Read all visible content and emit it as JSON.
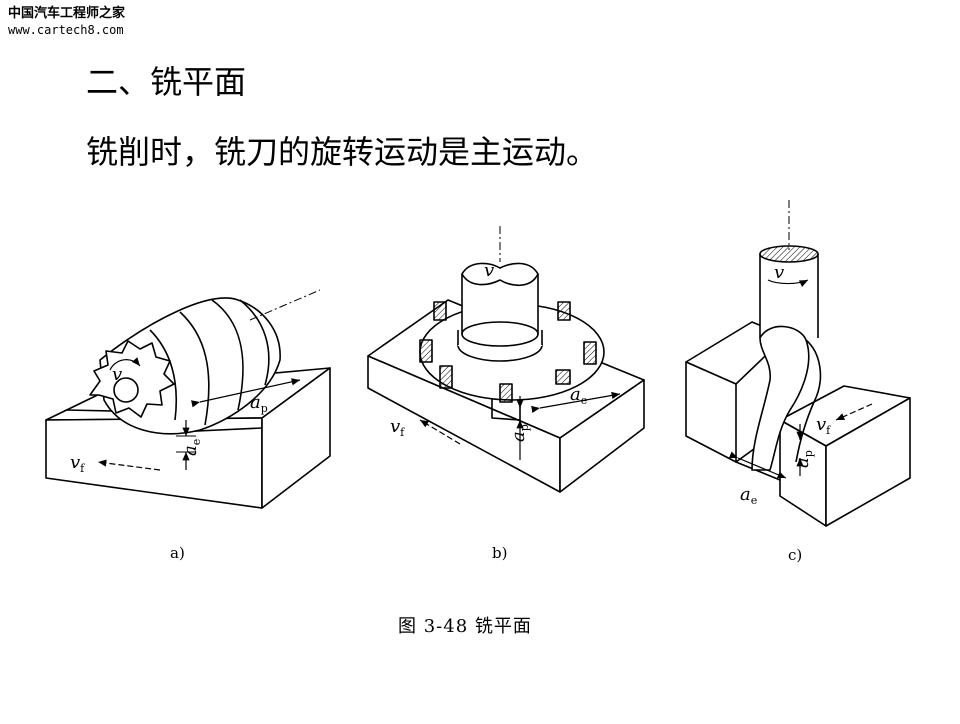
{
  "watermark": {
    "title": "中国汽车工程师之家",
    "url": "www.cartech8.com"
  },
  "slide": {
    "heading": "二、铣平面",
    "body": "铣削时，铣刀的旋转运动是主运动。"
  },
  "figure": {
    "caption": "图 3-48   铣平面",
    "panels": [
      {
        "label": "a)",
        "v": "v",
        "vf": "v",
        "vf_sub": "f",
        "ap": "a",
        "ap_sub": "p",
        "ae": "a",
        "ae_sub": "e"
      },
      {
        "label": "b)",
        "v": "v",
        "vf": "v",
        "vf_sub": "f",
        "ap": "a",
        "ap_sub": "p",
        "ae": "a",
        "ae_sub": "e"
      },
      {
        "label": "c)",
        "v": "v",
        "vf": "v",
        "vf_sub": "f",
        "ap": "a",
        "ap_sub": "p",
        "ae": "a",
        "ae_sub": "e"
      }
    ]
  }
}
